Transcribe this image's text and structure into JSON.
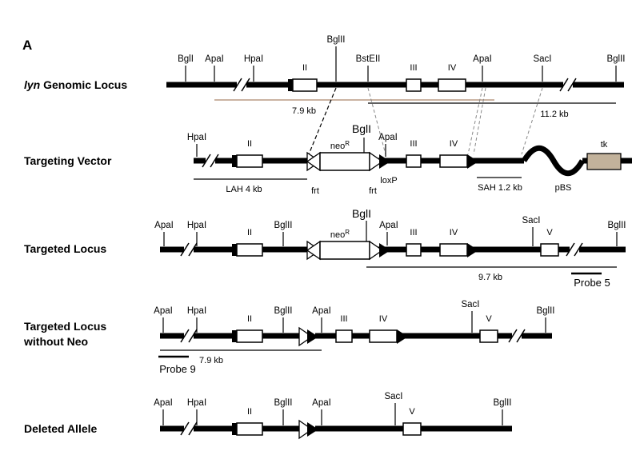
{
  "panel_label": "A",
  "rows": {
    "genomic": {
      "title_italic": "lyn",
      "title_rest": " Genomic Locus",
      "sites": [
        "BglI",
        "ApaI",
        "HpaI",
        "BglII",
        "BstEII",
        "ApaI",
        "SacI",
        "BglII"
      ],
      "exons": [
        "II",
        "III",
        "IV"
      ],
      "frag_left": "7.9 kb",
      "frag_right": "11.2 kb"
    },
    "vector": {
      "title": "Targeting Vector",
      "sites": [
        "HpaI",
        "BglI",
        "ApaI"
      ],
      "exons": [
        "II",
        "III",
        "IV"
      ],
      "neo": "neo",
      "neo_sup": "R",
      "frt_left": "frt",
      "frt_right": "frt",
      "loxp": "loxP",
      "lah": "LAH 4 kb",
      "sah": "SAH 1.2 kb",
      "pbs": "pBS",
      "tk": "tk"
    },
    "targeted": {
      "title": "Targeted Locus",
      "sites": [
        "ApaI",
        "HpaI",
        "BglII",
        "BglI",
        "ApaI",
        "SacI",
        "BglII"
      ],
      "exons": [
        "II",
        "III",
        "IV",
        "V"
      ],
      "neo": "neo",
      "neo_sup": "R",
      "frag": "9.7 kb",
      "probe": "Probe 5"
    },
    "noneo": {
      "title_line1": "Targeted Locus",
      "title_line2": "without Neo",
      "sites": [
        "ApaI",
        "HpaI",
        "BglII",
        "ApaI",
        "SacI",
        "BglII"
      ],
      "exons": [
        "II",
        "III",
        "IV",
        "V"
      ],
      "frag": "7.9 kb",
      "probe": "Probe 9"
    },
    "deleted": {
      "title": "Deleted Allele",
      "sites": [
        "ApaI",
        "HpaI",
        "BglII",
        "ApaI",
        "SacI",
        "BglII"
      ],
      "exons": [
        "II",
        "V"
      ]
    }
  },
  "colors": {
    "line": "#000000",
    "tan_line": "#b89a84",
    "tk_fill": "#c2b29b",
    "dashed": "#888888"
  }
}
